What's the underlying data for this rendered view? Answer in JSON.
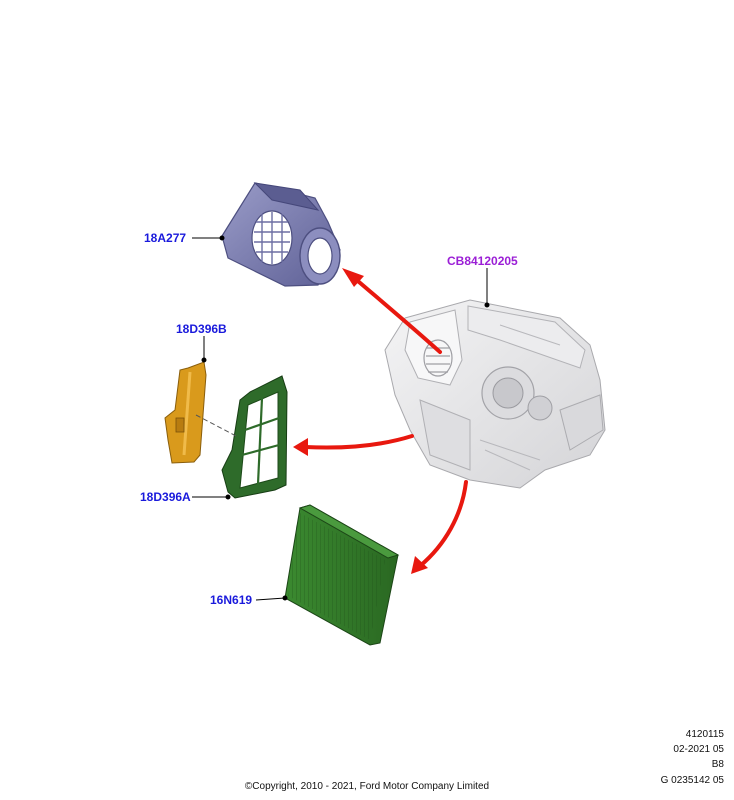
{
  "callouts": {
    "blower_housing": "18A277",
    "cover": "18D396B",
    "filter_door": "18D396A",
    "cabin_filter": "16N619",
    "heater_assembly": "CB84120205"
  },
  "meta": {
    "line1": "4120115",
    "line2": "02-2021 05",
    "line3": "B8",
    "line4": "G 0235142 05"
  },
  "copyright": "©Copyright, 2010 - 2021, Ford Motor Company Limited",
  "colors": {
    "callout_blue": "#1a1adc",
    "callout_purple": "#9b1fd6",
    "arrow_red": "#e8180f",
    "blower_blue": "#7d7fb6",
    "cover_orange": "#d99a1c",
    "door_green": "#2e6b2a",
    "filter_green": "#2f7a28",
    "housing_gray": "#e4e4e6"
  }
}
